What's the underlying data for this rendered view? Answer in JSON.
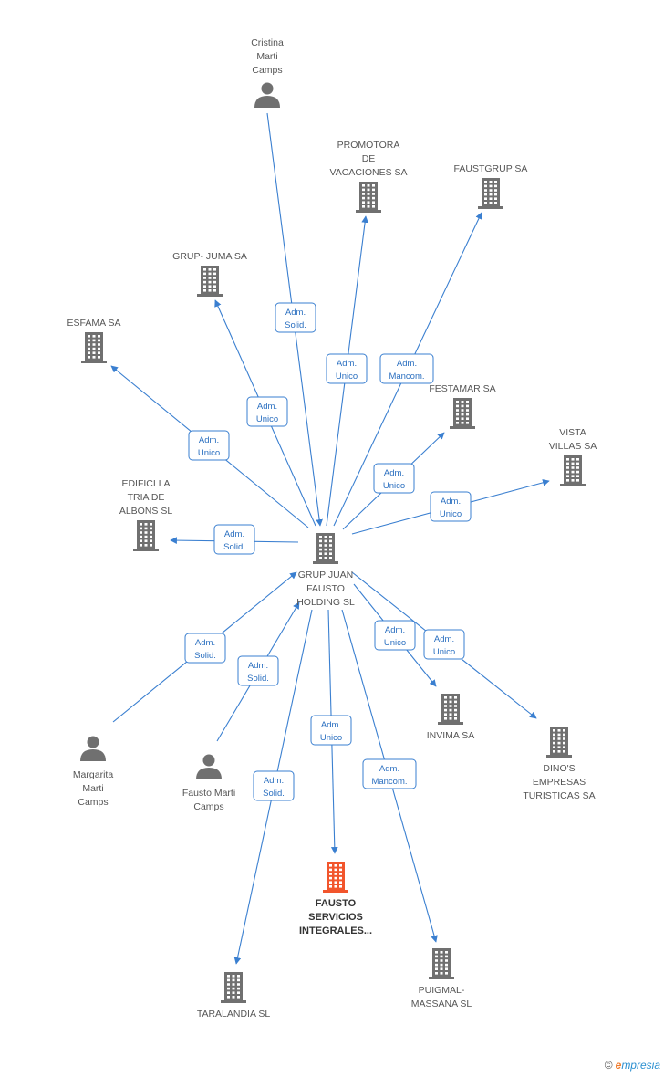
{
  "colors": {
    "edge": "#3a7fd0",
    "node": "#707070",
    "highlight": "#f2552c"
  },
  "nodes": [
    {
      "id": "grup_juan",
      "kind": "company",
      "lines": [
        "GRUP JUAN",
        "FAUSTO",
        "HOLDING SL"
      ]
    },
    {
      "id": "cristina",
      "kind": "person",
      "lines": [
        "Cristina",
        "Marti",
        "Camps"
      ]
    },
    {
      "id": "promotora",
      "kind": "company",
      "lines": [
        "PROMOTORA",
        "DE",
        "VACACIONES SA"
      ]
    },
    {
      "id": "faustgrup",
      "kind": "company",
      "lines": [
        "FAUSTGRUP SA"
      ]
    },
    {
      "id": "grup_juma",
      "kind": "company",
      "lines": [
        "GRUP- JUMA SA"
      ]
    },
    {
      "id": "esfama",
      "kind": "company",
      "lines": [
        "ESFAMA SA"
      ]
    },
    {
      "id": "festamar",
      "kind": "company",
      "lines": [
        "FESTAMAR SA"
      ]
    },
    {
      "id": "vista",
      "kind": "company",
      "lines": [
        "VISTA",
        "VILLAS SA"
      ]
    },
    {
      "id": "edifici",
      "kind": "company",
      "lines": [
        "EDIFICI LA",
        "TRIA DE",
        "ALBONS SL"
      ]
    },
    {
      "id": "margarita",
      "kind": "person",
      "lines": [
        "Margarita",
        "Marti",
        "Camps"
      ]
    },
    {
      "id": "fausto_p",
      "kind": "person",
      "lines": [
        "Fausto Marti",
        "Camps"
      ]
    },
    {
      "id": "invima",
      "kind": "company",
      "lines": [
        "INVIMA SA"
      ]
    },
    {
      "id": "dinos",
      "kind": "company",
      "lines": [
        "DINO'S",
        "EMPRESAS",
        "TURISTICAS SA"
      ]
    },
    {
      "id": "fausto_serv",
      "kind": "company",
      "highlight": true,
      "lines": [
        "FAUSTO",
        "SERVICIOS",
        "INTEGRALES..."
      ]
    },
    {
      "id": "taralandia",
      "kind": "company",
      "lines": [
        "TARALANDIA SL"
      ]
    },
    {
      "id": "puigmal",
      "kind": "company",
      "lines": [
        "PUIGMAL-",
        "MASSANA SL"
      ]
    }
  ],
  "edges": [
    {
      "from": "cristina",
      "to": "grup_juan",
      "label": [
        "Adm.",
        "Solid."
      ]
    },
    {
      "from": "grup_juan",
      "to": "promotora",
      "label": [
        "Adm.",
        "Unico"
      ]
    },
    {
      "from": "grup_juan",
      "to": "faustgrup",
      "label": [
        "Adm.",
        "Mancom."
      ]
    },
    {
      "from": "grup_juan",
      "to": "grup_juma",
      "label": [
        "Adm.",
        "Unico"
      ]
    },
    {
      "from": "grup_juan",
      "to": "esfama",
      "label": [
        "Adm.",
        "Unico"
      ]
    },
    {
      "from": "grup_juan",
      "to": "festamar",
      "label": [
        "Adm.",
        "Unico"
      ]
    },
    {
      "from": "grup_juan",
      "to": "vista",
      "label": [
        "Adm.",
        "Unico"
      ]
    },
    {
      "from": "grup_juan",
      "to": "edifici",
      "label": [
        "Adm.",
        "Solid."
      ]
    },
    {
      "from": "margarita",
      "to": "grup_juan",
      "label": [
        "Adm.",
        "Solid."
      ]
    },
    {
      "from": "fausto_p",
      "to": "grup_juan",
      "label": [
        "Adm.",
        "Solid."
      ]
    },
    {
      "from": "grup_juan",
      "to": "invima",
      "label": [
        "Adm.",
        "Unico"
      ]
    },
    {
      "from": "grup_juan",
      "to": "dinos",
      "label": [
        "Adm.",
        "Unico"
      ]
    },
    {
      "from": "grup_juan",
      "to": "fausto_serv",
      "label": [
        "Adm.",
        "Unico"
      ]
    },
    {
      "from": "grup_juan",
      "to": "taralandia",
      "label": [
        "Adm.",
        "Solid."
      ]
    },
    {
      "from": "grup_juan",
      "to": "puigmal",
      "label": [
        "Adm.",
        "Mancom."
      ]
    }
  ],
  "copyright": {
    "symbol": "©",
    "brand_initial": "e",
    "brand_rest": "mpresia"
  }
}
